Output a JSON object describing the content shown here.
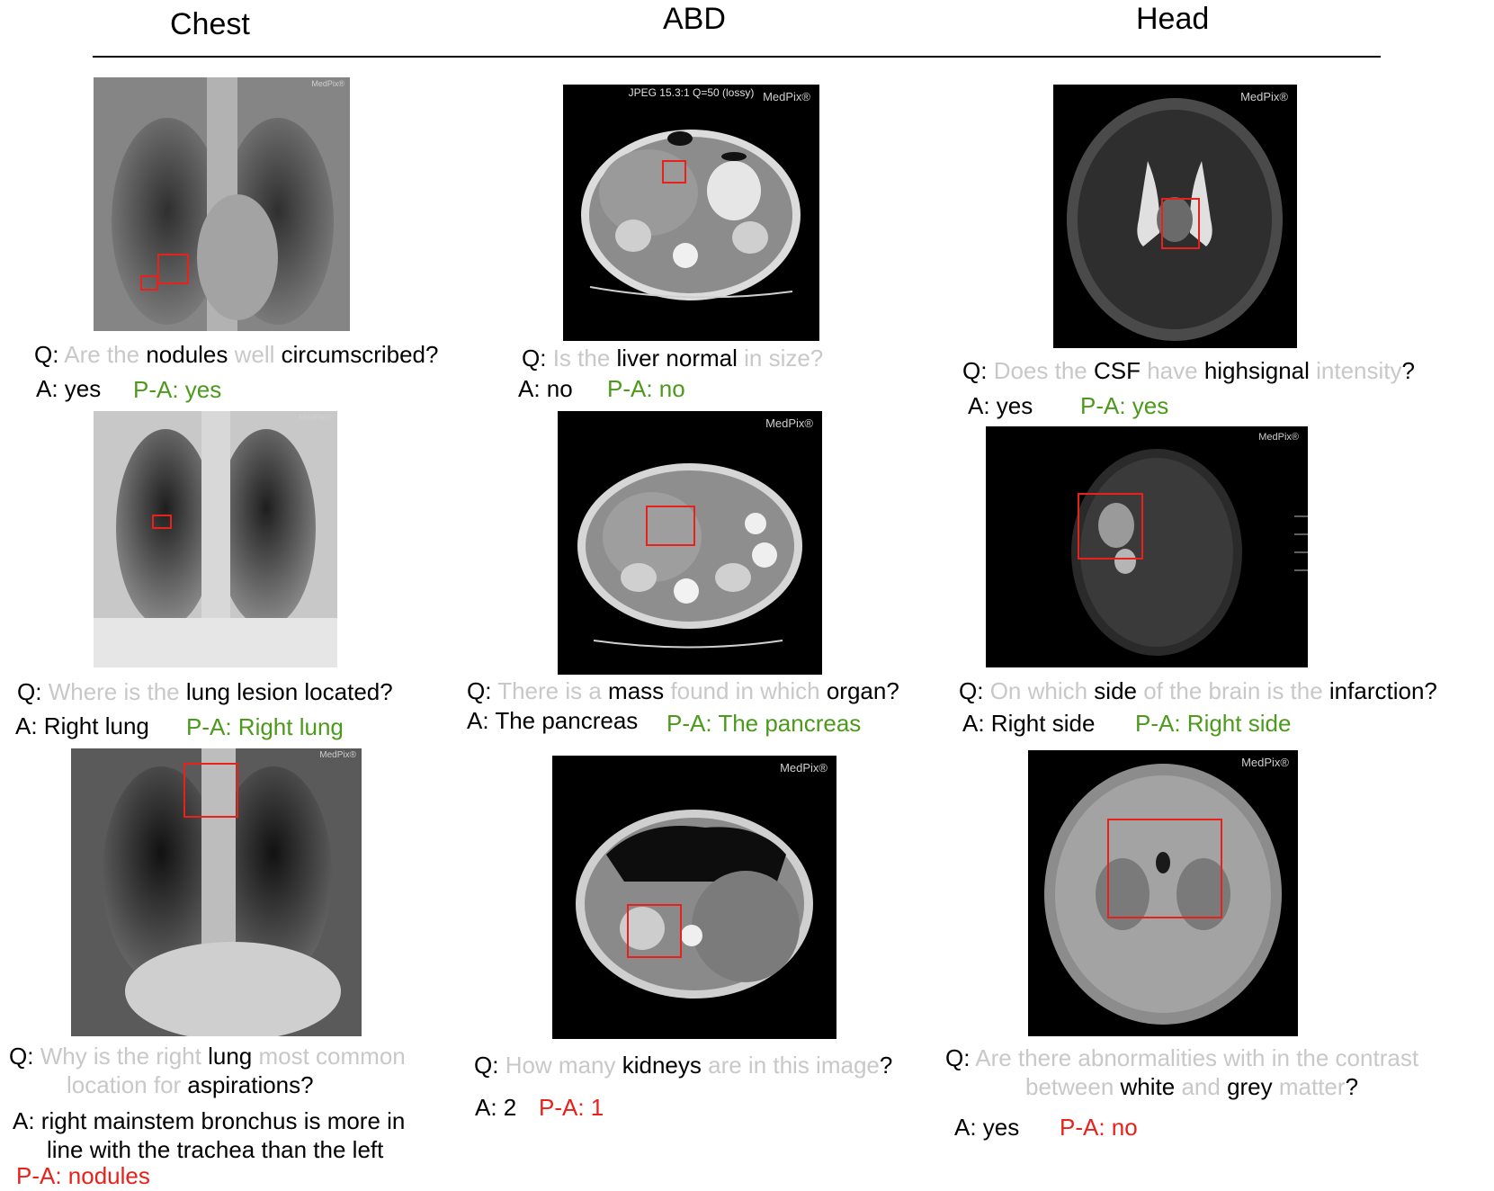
{
  "columns": [
    "Chest",
    "ABD",
    "Head"
  ],
  "watermark": "MedPix®",
  "abd1_header": "JPEG 15.3:1 Q=50 (lossy)",
  "q_prefix": "Q:",
  "items": [
    {
      "question": [
        {
          "t": "Are the ",
          "k": "g"
        },
        {
          "t": "nodules",
          "k": "b"
        },
        {
          "t": " well ",
          "k": "g"
        },
        {
          "t": "circumscribed",
          "k": "b"
        },
        {
          "t": "?",
          "k": "b"
        }
      ],
      "answer": "A: yes",
      "pred": "P-A: yes",
      "correct": true
    },
    {
      "question": [
        {
          "t": "Is the ",
          "k": "g"
        },
        {
          "t": "liver normal",
          "k": "b"
        },
        {
          "t": " in size?",
          "k": "g"
        }
      ],
      "answer": "A: no",
      "pred": "P-A: no",
      "correct": true
    },
    {
      "question": [
        {
          "t": "Does the ",
          "k": "g"
        },
        {
          "t": "CSF",
          "k": "b"
        },
        {
          "t": " have ",
          "k": "g"
        },
        {
          "t": "highsignal",
          "k": "b"
        },
        {
          "t": " intensity",
          "k": "g"
        },
        {
          "t": "?",
          "k": "b"
        }
      ],
      "answer": "A: yes",
      "pred": "P-A: yes",
      "correct": true
    },
    {
      "question": [
        {
          "t": "Where is the ",
          "k": "g"
        },
        {
          "t": "lung lesion located?",
          "k": "b"
        }
      ],
      "answer": "A: Right lung",
      "pred": "P-A: Right lung",
      "correct": true
    },
    {
      "question": [
        {
          "t": "There is a ",
          "k": "g"
        },
        {
          "t": "mass",
          "k": "b"
        },
        {
          "t": " found in which ",
          "k": "g"
        },
        {
          "t": "organ?",
          "k": "b"
        }
      ],
      "answer": "A: The pancreas",
      "pred": "P-A: The pancreas",
      "correct": true
    },
    {
      "question": [
        {
          "t": "On which ",
          "k": "g"
        },
        {
          "t": "side",
          "k": "b"
        },
        {
          "t": " of the brain is the ",
          "k": "g"
        },
        {
          "t": "infarction?",
          "k": "b"
        }
      ],
      "answer": "A: Right side",
      "pred": "P-A: Right side",
      "correct": true
    },
    {
      "question_lines": [
        [
          {
            "t": "Why is the right ",
            "k": "g"
          },
          {
            "t": "lung",
            "k": "b"
          },
          {
            "t": " most common",
            "k": "g"
          }
        ],
        [
          {
            "t": "location for ",
            "k": "g"
          },
          {
            "t": "aspirations?",
            "k": "b"
          }
        ]
      ],
      "answer_lines": [
        "A: right mainstem bronchus is more in",
        "line with the trachea than the left"
      ],
      "pred": "P-A: nodules",
      "correct": false
    },
    {
      "question": [
        {
          "t": "How many ",
          "k": "g"
        },
        {
          "t": "kidneys",
          "k": "b"
        },
        {
          "t": " are in this image",
          "k": "g"
        },
        {
          "t": "?",
          "k": "b"
        }
      ],
      "answer": "A: 2",
      "pred": "P-A: 1",
      "correct": false
    },
    {
      "question_lines": [
        [
          {
            "t": "Are there abnormalities with in the contrast",
            "k": "g"
          }
        ],
        [
          {
            "t": "between ",
            "k": "g"
          },
          {
            "t": "white",
            "k": "b"
          },
          {
            "t": " and ",
            "k": "g"
          },
          {
            "t": "grey",
            "k": "b"
          },
          {
            "t": " matter",
            "k": "g"
          },
          {
            "t": "?",
            "k": "b"
          }
        ]
      ],
      "answer": "A: yes",
      "pred": "P-A: no",
      "correct": false
    }
  ]
}
